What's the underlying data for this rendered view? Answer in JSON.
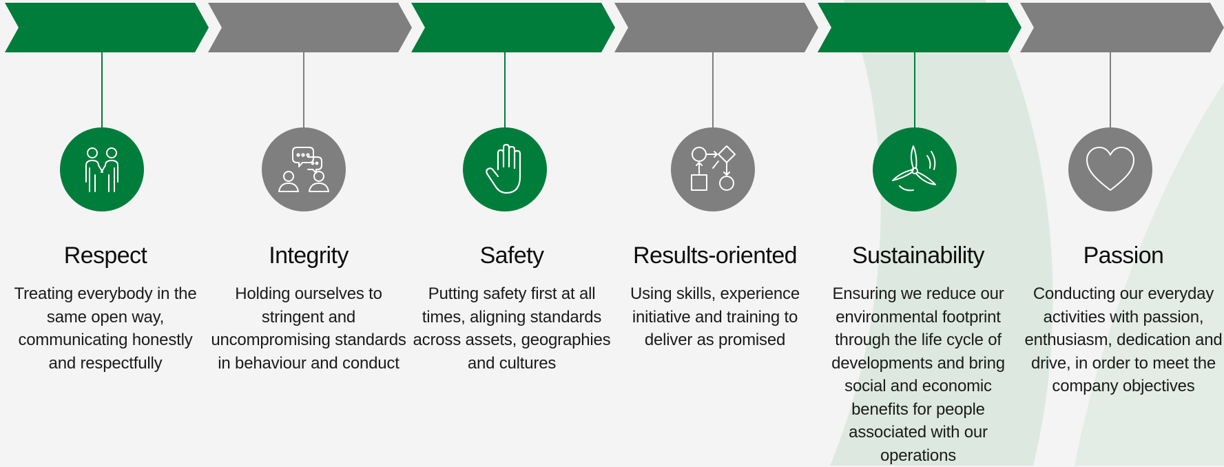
{
  "colors": {
    "green": "#007d3a",
    "grey": "#7f7f7f",
    "background": "#f4f4f4",
    "swoosh": "#d5e5d9"
  },
  "values": [
    {
      "title": "Respect",
      "icon": "handshake-people-icon",
      "color": "green",
      "description": "Treating everybody in the same open way, communicating honestly and respectfully"
    },
    {
      "title": "Integrity",
      "icon": "conversation-icon",
      "color": "grey",
      "description": "Holding ourselves to stringent and uncompromising standards in behaviour and conduct"
    },
    {
      "title": "Safety",
      "icon": "raised-hand-icon",
      "color": "green",
      "description": "Putting safety first at all times, aligning standards across assets, geographies and cultures"
    },
    {
      "title": "Results-oriented",
      "icon": "process-flow-icon",
      "color": "grey",
      "description": "Using skills, experience initiative and training to deliver as promised"
    },
    {
      "title": "Sustainability",
      "icon": "wind-turbine-icon",
      "color": "green",
      "description": "Ensuring we reduce our environmental footprint through the life cycle of developments and bring social and economic benefits for people associated with our operations"
    },
    {
      "title": "Passion",
      "icon": "heart-icon",
      "color": "grey",
      "description": "Conducting our everyday activities with passion, enthusiasm, dedication and drive, in order to meet the company objectives"
    }
  ]
}
